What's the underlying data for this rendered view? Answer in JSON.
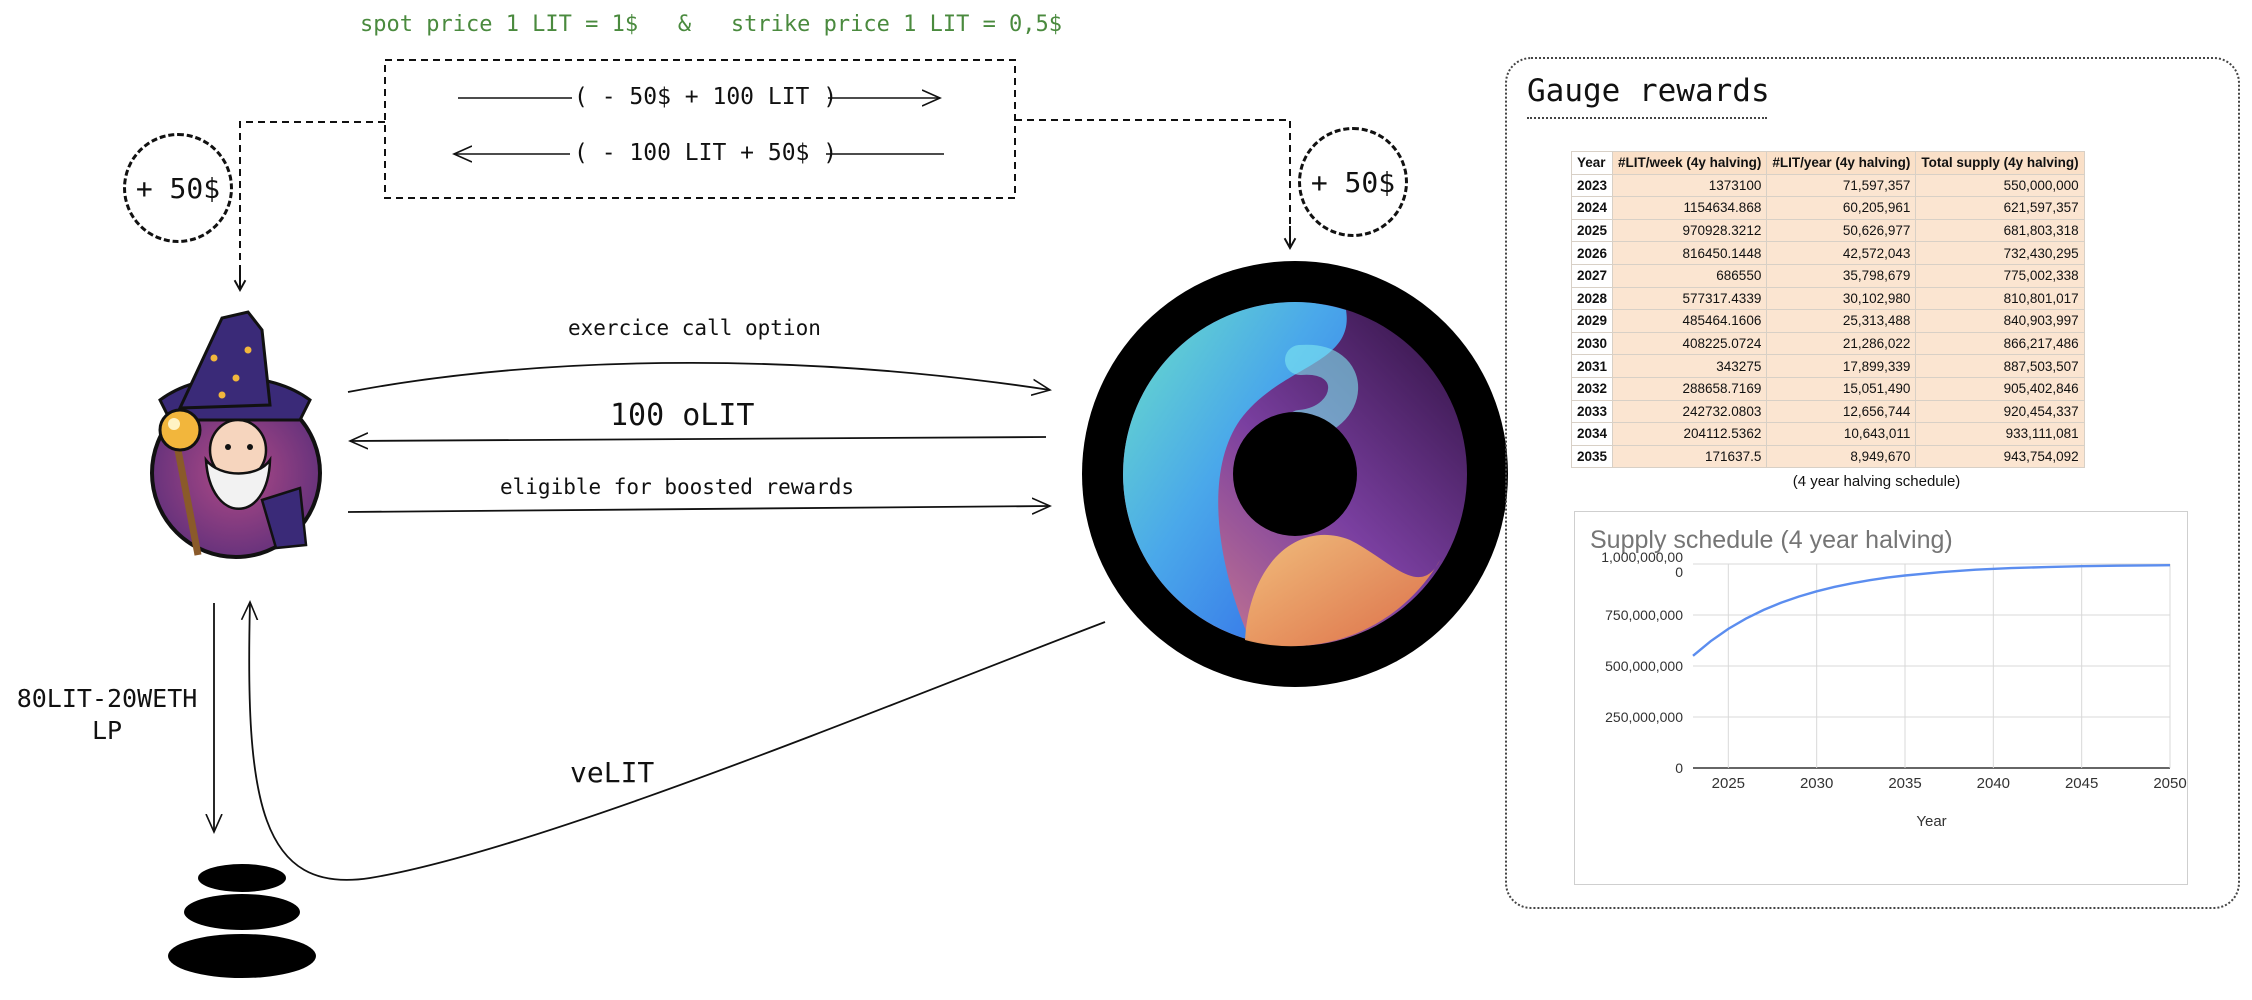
{
  "top_note": {
    "spot": "spot price 1 LIT = 1$",
    "amp": "&",
    "strike": "strike price 1 LIT = 0,5$"
  },
  "exchange_box": {
    "row1": "( - 50$ + 100 LIT )",
    "row2": "( - 100 LIT + 50$ )"
  },
  "badges": {
    "left": "+ 50$",
    "right": "+ 50$"
  },
  "arrows": {
    "exercise": "exercice call option",
    "olit": "100 oLIT",
    "boosted": "eligible for boosted rewards",
    "lp": "80LIT-20WETH\nLP",
    "velit": "veLIT"
  },
  "colors": {
    "green_text": "#4a8a3e",
    "table_fill": "#fbe5d1",
    "line": "#5b8def"
  },
  "panel": {
    "title": "Gauge rewards",
    "table_headers": [
      "Year",
      "#LIT/week (4y halving)",
      "#LIT/year (4y halving)",
      "Total supply (4y halving)"
    ],
    "table_rows": [
      [
        "2023",
        "1373100",
        "71,597,357",
        "550,000,000"
      ],
      [
        "2024",
        "1154634.868",
        "60,205,961",
        "621,597,357"
      ],
      [
        "2025",
        "970928.3212",
        "50,626,977",
        "681,803,318"
      ],
      [
        "2026",
        "816450.1448",
        "42,572,043",
        "732,430,295"
      ],
      [
        "2027",
        "686550",
        "35,798,679",
        "775,002,338"
      ],
      [
        "2028",
        "577317.4339",
        "30,102,980",
        "810,801,017"
      ],
      [
        "2029",
        "485464.1606",
        "25,313,488",
        "840,903,997"
      ],
      [
        "2030",
        "408225.0724",
        "21,286,022",
        "866,217,486"
      ],
      [
        "2031",
        "343275",
        "17,899,339",
        "887,503,507"
      ],
      [
        "2032",
        "288658.7169",
        "15,051,490",
        "905,402,846"
      ],
      [
        "2033",
        "242732.0803",
        "12,656,744",
        "920,454,337"
      ],
      [
        "2034",
        "204112.5362",
        "10,643,011",
        "933,111,081"
      ],
      [
        "2035",
        "171637.5",
        "8,949,670",
        "943,754,092"
      ]
    ],
    "caption": "(4 year halving schedule)"
  },
  "chart_data": {
    "type": "line",
    "title": "Supply schedule (4 year halving)",
    "xlabel": "Year",
    "ylabel": "",
    "xlim": [
      2023,
      2050
    ],
    "ylim": [
      0,
      1000000000
    ],
    "x_ticks": [
      2025,
      2030,
      2035,
      2040,
      2045,
      2050
    ],
    "y_ticks": [
      {
        "value": 0,
        "label": "0"
      },
      {
        "value": 250000000,
        "label": "250,000,000"
      },
      {
        "value": 500000000,
        "label": "500,000,000"
      },
      {
        "value": 750000000,
        "label": "750,000,000"
      },
      {
        "value": 1000000000,
        "label": "1,000,000,00\n0"
      }
    ],
    "grid": true,
    "series": [
      {
        "x": [
          2023,
          2024,
          2025,
          2026,
          2027,
          2028,
          2029,
          2030,
          2031,
          2032,
          2033,
          2034,
          2035,
          2037,
          2039,
          2041,
          2043,
          2045,
          2047,
          2050
        ],
        "values": [
          550000000,
          621597357,
          681803318,
          732430295,
          775002338,
          810801017,
          840903997,
          866217486,
          887503507,
          905402846,
          920454337,
          933111081,
          943754092,
          960000000,
          972000000,
          980000000,
          985000000,
          989000000,
          991500000,
          994000000
        ]
      }
    ]
  }
}
